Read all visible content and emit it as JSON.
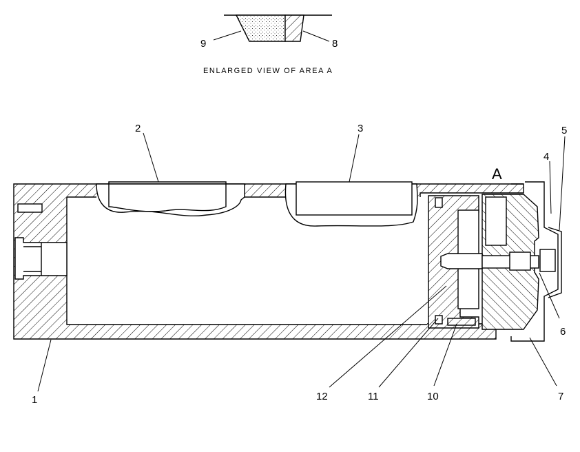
{
  "caption": "ENLARGED VIEW OF AREA A",
  "area_marker": "A",
  "callouts": {
    "c1": "1",
    "c2": "2",
    "c3": "3",
    "c4": "4",
    "c5": "5",
    "c6": "6",
    "c7": "7",
    "c8": "8",
    "c9": "9",
    "c10": "10",
    "c11": "11",
    "c12": "12"
  }
}
